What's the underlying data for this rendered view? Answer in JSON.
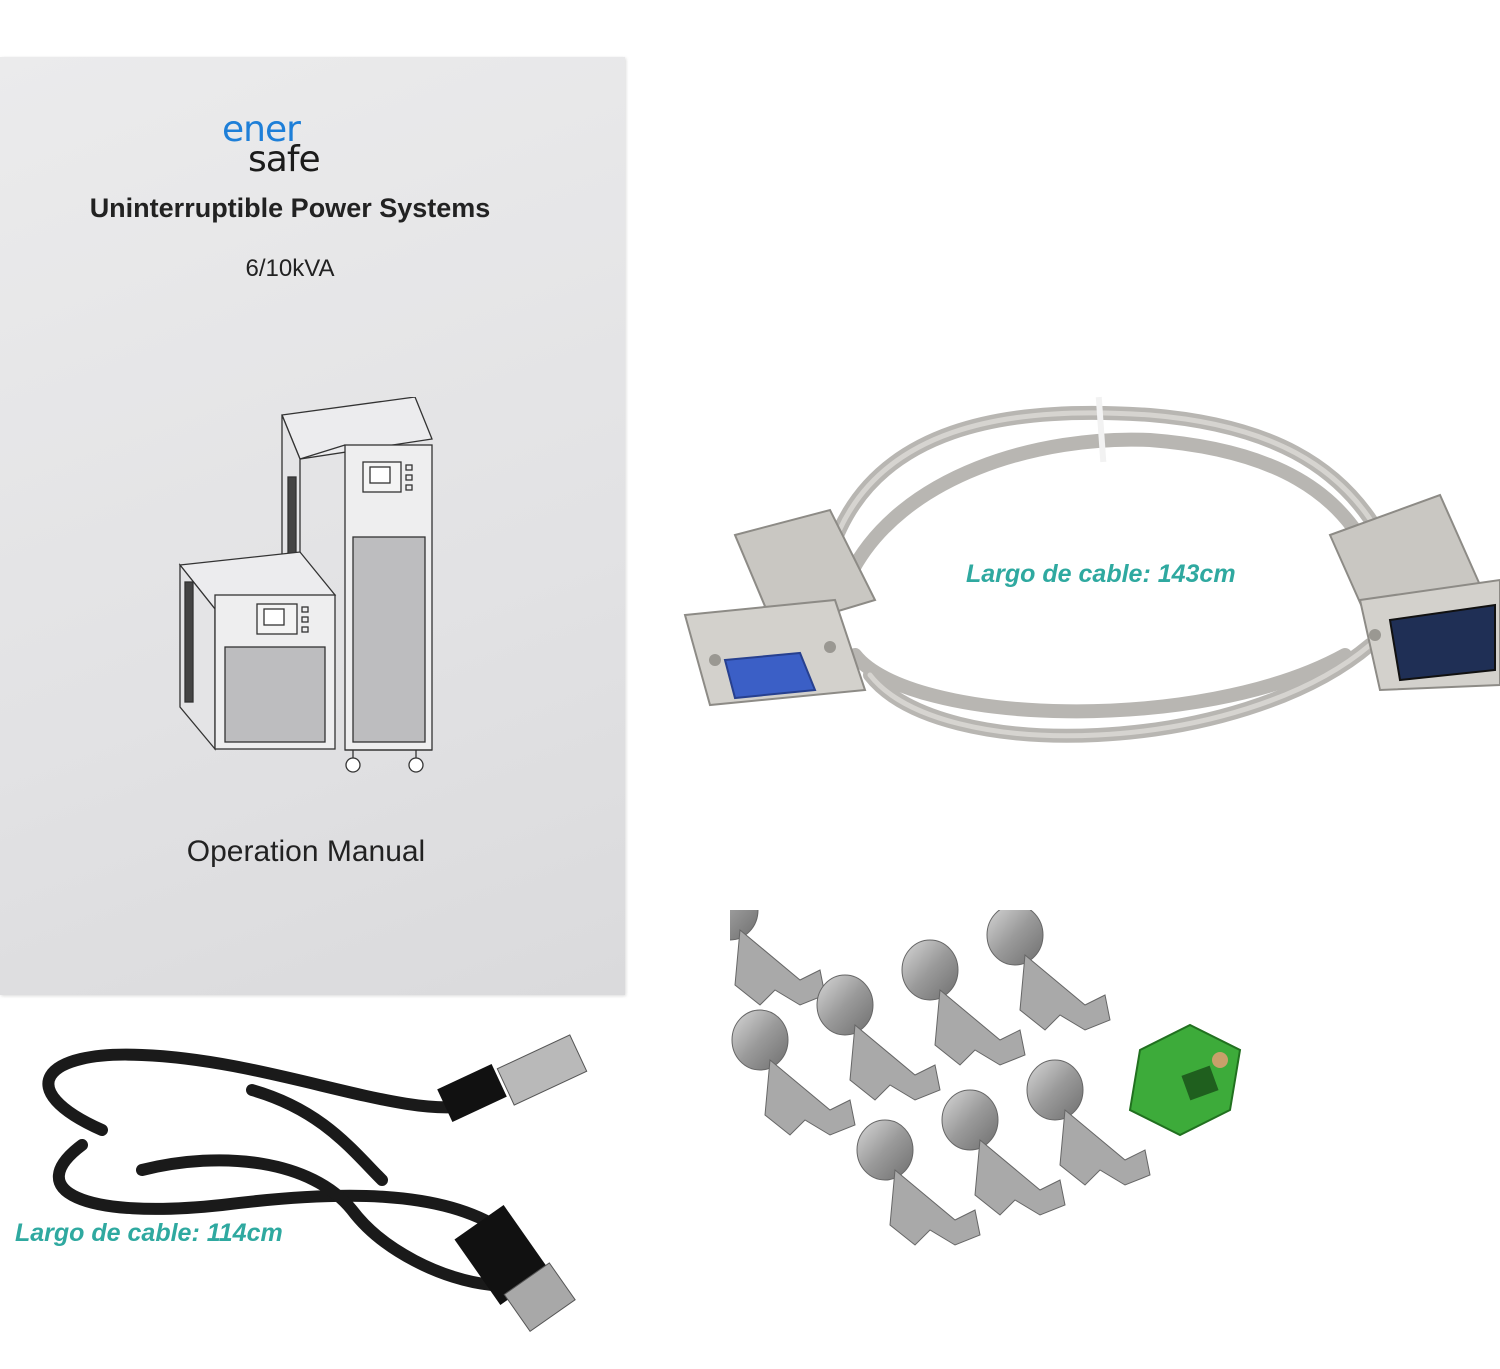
{
  "manual": {
    "logo_top": "ener",
    "logo_bottom": "safe",
    "title": "Uninterruptible Power Systems",
    "subtitle": "6/10kVA",
    "footer": "Operation Manual"
  },
  "serial_cable": {
    "caption": "Largo de cable: 143cm"
  },
  "usb_cable": {
    "caption": "Largo de cable: 114cm"
  },
  "colors": {
    "caption_teal": "#2fa9a0",
    "logo_blue": "#1e7fd8",
    "terminal_green": "#3dab3a"
  }
}
